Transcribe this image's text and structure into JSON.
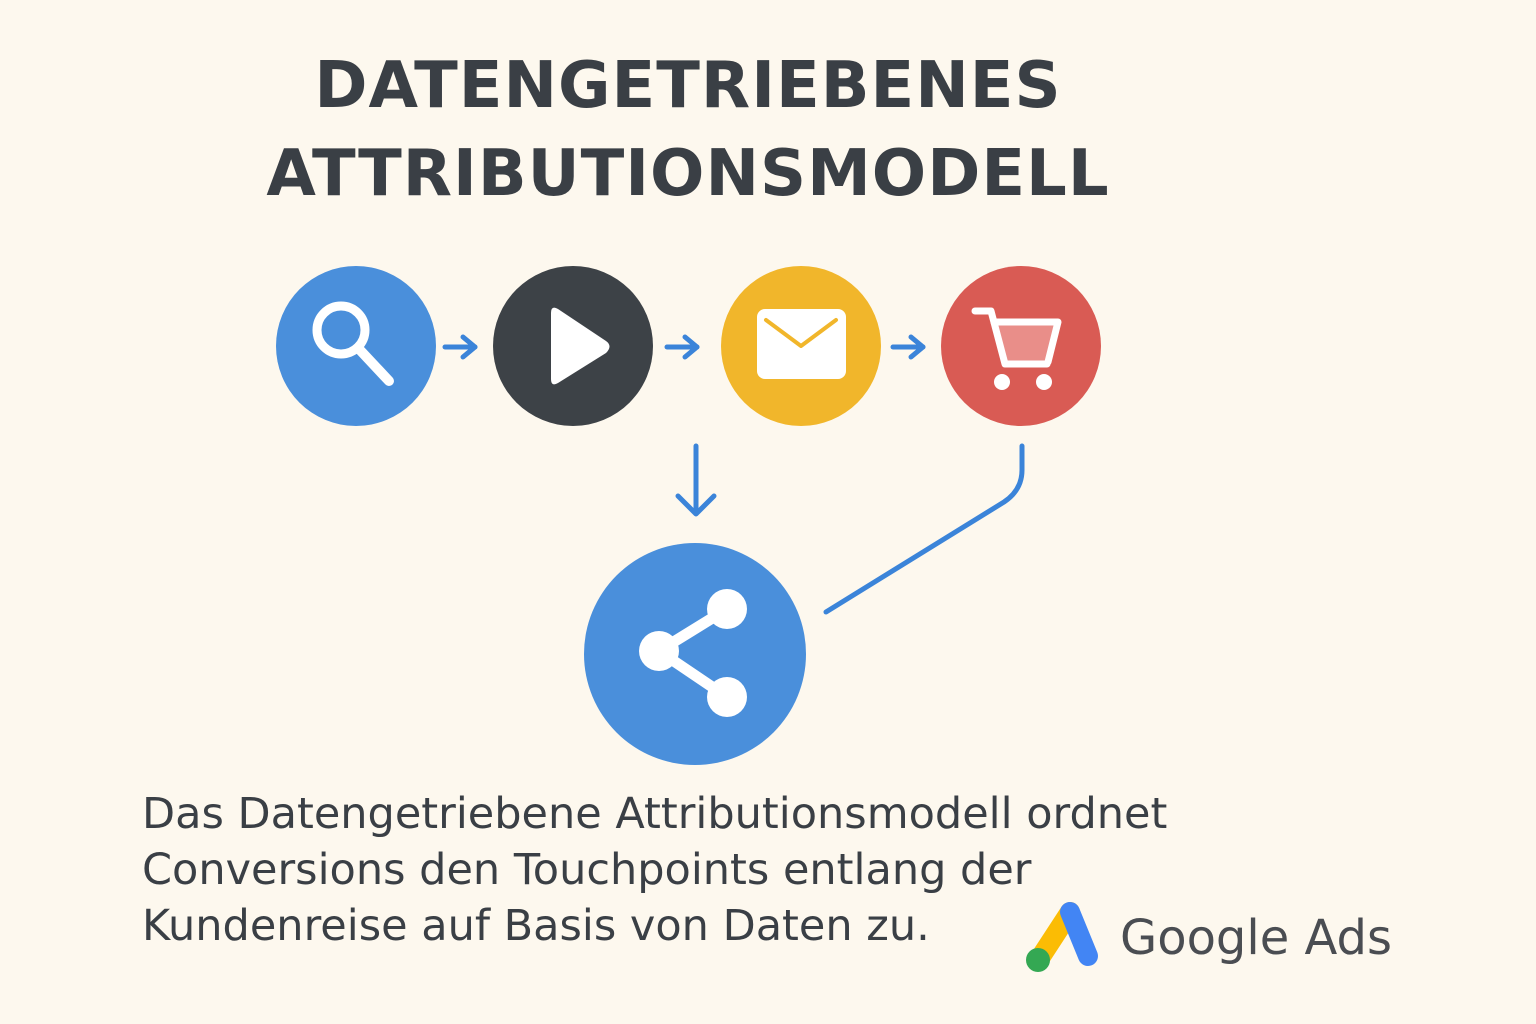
{
  "title": {
    "line1": "DATENGETRIEBENES",
    "line2": "ATTRIBUTIONSMODELL"
  },
  "touchpoints": [
    {
      "icon": "search-icon",
      "color": "#4a8fdb"
    },
    {
      "icon": "play-icon",
      "color": "#3d4247"
    },
    {
      "icon": "mail-icon",
      "color": "#f1b62b"
    },
    {
      "icon": "cart-icon",
      "color": "#d95b54"
    }
  ],
  "hub": {
    "icon": "share-icon",
    "color": "#4a8fdb"
  },
  "connector_color": "#3b84d9",
  "description": {
    "line1": "Das Datengetriebene Attributionsmodell ordnet",
    "line2": "Conversions den Touchpoints entlang der",
    "line3": "Kundenreise auf Basis von Daten zu."
  },
  "brand": {
    "name": "Google Ads",
    "colors": {
      "blue": "#4285f4",
      "yellow": "#fbbc04",
      "green": "#34a853"
    }
  }
}
